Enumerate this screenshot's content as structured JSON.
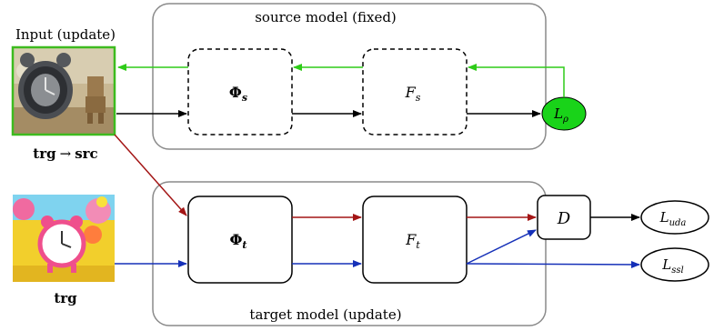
{
  "groups": {
    "source": {
      "title": "source model (fixed)"
    },
    "target": {
      "title": "target model (update)"
    }
  },
  "images": {
    "input": {
      "caption": "Input (update)",
      "sublabel_a": "trg",
      "sublabel_arrow": "→",
      "sublabel_b": "src",
      "border_color": "#3dbb1f"
    },
    "target": {
      "caption": "trg"
    }
  },
  "nodes": {
    "phi_s": {
      "main": "Φ",
      "sub": "s"
    },
    "f_s": {
      "main": "F",
      "sub": "s"
    },
    "phi_t": {
      "main": "Φ",
      "sub": "t"
    },
    "f_t": {
      "main": "F",
      "sub": "t"
    },
    "d": {
      "main": "D"
    },
    "l_rho": {
      "main": "L",
      "sub": "ρ",
      "fill": "#19d319"
    },
    "l_uda": {
      "main": "L",
      "sub": "uda"
    },
    "l_ssl": {
      "main": "L",
      "sub": "ssl"
    }
  },
  "colors": {
    "green": "#2ecc18",
    "red": "#a31515",
    "blue": "#1530b8",
    "black": "#000000",
    "group_border": "#8a8a8a"
  }
}
